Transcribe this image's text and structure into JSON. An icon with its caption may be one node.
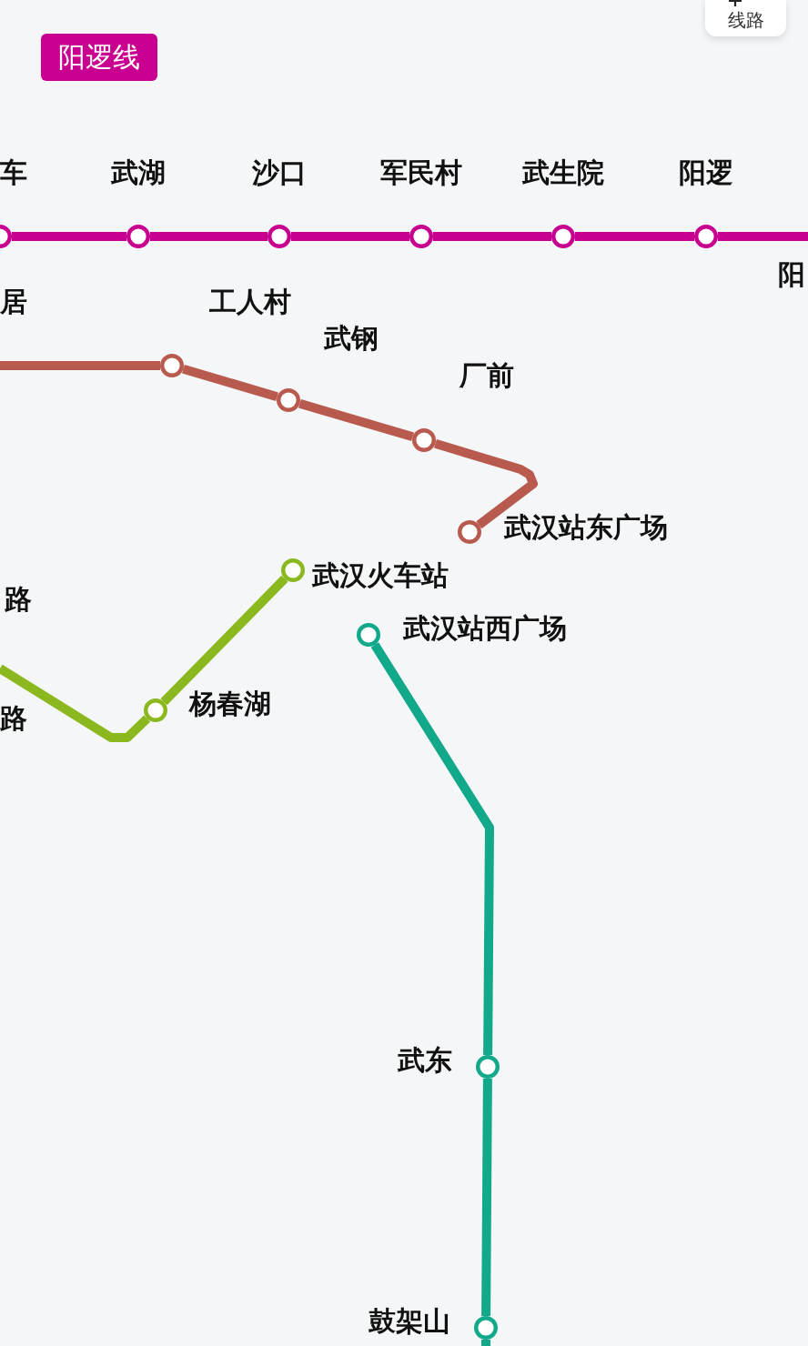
{
  "diagram": {
    "nodes": [
      {
        "text": [
          "阳逻线"
        ]
      },
      {
        "text": [
          "线路"
        ]
      },
      {
        "text": [],
        "shape": "circle",
        "beside": [
          "车"
        ]
      },
      {
        "text": [],
        "shape": "circle",
        "beside": [
          "武湖"
        ]
      },
      {
        "text": [],
        "shape": "circle",
        "beside": [
          "沙口"
        ]
      },
      {
        "text": [],
        "shape": "circle",
        "beside": [
          "军民村"
        ]
      },
      {
        "text": [],
        "shape": "circle",
        "beside": [
          "武生院"
        ]
      },
      {
        "text": [],
        "shape": "circle",
        "beside": [
          "阳逻"
        ]
      },
      {
        "text": [],
        "shape": "circle",
        "beside": [
          "工人村"
        ]
      },
      {
        "text": [],
        "shape": "circle",
        "beside": [
          "武钢"
        ]
      },
      {
        "text": [],
        "shape": "circle",
        "beside": [
          "厂前"
        ]
      },
      {
        "text": [],
        "shape": "circle",
        "beside": [
          "武汉站东广场"
        ]
      },
      {
        "text": [],
        "shape": "circle",
        "beside": [
          "武汉火车站"
        ]
      },
      {
        "text": [],
        "shape": "circle",
        "beside": [
          "武汉站西广场"
        ]
      },
      {
        "text": [],
        "shape": "circle",
        "beside": [
          "杨春湖"
        ]
      },
      {
        "text": [],
        "shape": "circle",
        "beside": [
          "武东"
        ]
      },
      {
        "text": [],
        "shape": "circle",
        "beside": [
          "鼓架山"
        ]
      }
    ],
    "edges": [
      {
        "from": 2,
        "to": 3,
        "arrow": "none"
      },
      {
        "from": 3,
        "to": 4,
        "arrow": "none"
      },
      {
        "from": 4,
        "to": 5,
        "arrow": "none"
      },
      {
        "from": 5,
        "to": 6,
        "arrow": "none"
      },
      {
        "from": 6,
        "to": 7,
        "arrow": "none"
      },
      {
        "from": 7,
        "to": null,
        "arrow": "none"
      },
      {
        "from": null,
        "to": 8,
        "arrow": "none",
        "color": "#b85a4e"
      },
      {
        "from": 8,
        "to": 9,
        "arrow": "none",
        "color": "#b85a4e"
      },
      {
        "from": 9,
        "to": 10,
        "arrow": "none",
        "color": "#b85a4e"
      },
      {
        "from": 10,
        "to": 11,
        "arrow": "none",
        "color": "#b85a4e"
      },
      {
        "from": null,
        "to": 14,
        "arrow": "none",
        "color": "#8ab81e"
      },
      {
        "from": 14,
        "to": 12,
        "arrow": "none",
        "color": "#8ab81e"
      },
      {
        "from": 13,
        "to": 15,
        "arrow": "none",
        "color": "#12a98a"
      },
      {
        "from": 15,
        "to": 16,
        "arrow": "none",
        "color": "#12a98a"
      },
      {
        "from": 16,
        "to": null,
        "arrow": "none",
        "color": "#12a98a"
      }
    ],
    "labels": [
      "阳",
      "居",
      "路",
      "路"
    ]
  }
}
